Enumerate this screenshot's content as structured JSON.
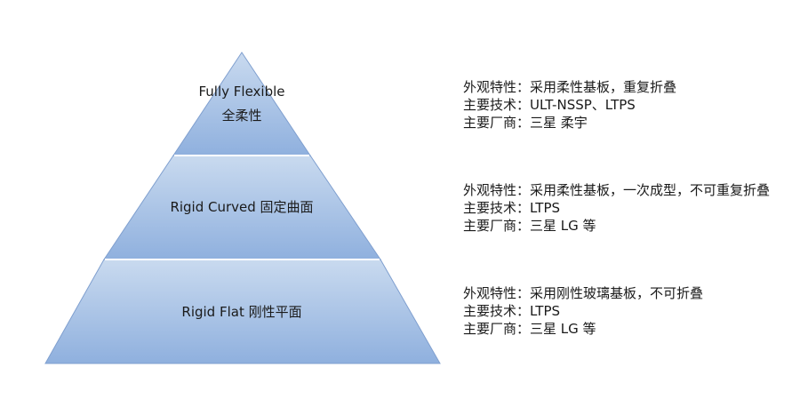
{
  "pyramid": {
    "tiers": [
      {
        "label_en": "Fully Flexible",
        "label_zh": "全柔性"
      },
      {
        "label": "Rigid Curved 固定曲面"
      },
      {
        "label": "Rigid Flat 刚性平面"
      }
    ]
  },
  "descriptions": [
    {
      "appearance": "外观特性：采用柔性基板，重复折叠",
      "technology": "主要技术：ULT-NSSP、LTPS",
      "vendors": "主要厂商：三星 柔宇"
    },
    {
      "appearance": "外观特性：采用柔性基板，一次成型，不可重复折叠",
      "technology": "主要技术：LTPS",
      "vendors": "主要厂商：三星 LG 等"
    },
    {
      "appearance": "外观特性：采用刚性玻璃基板，不可折叠",
      "technology": "主要技术：LTPS",
      "vendors": "主要厂商：三星 LG 等"
    }
  ],
  "colors": {
    "tier_top": "#c9daef",
    "tier_bottom": "#8fb0de",
    "tier_stroke": "#7f9fcf",
    "divider": "#ffffff"
  }
}
